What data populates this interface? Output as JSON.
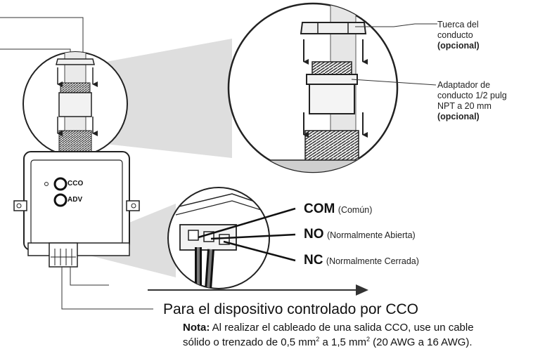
{
  "callouts": {
    "nut": {
      "line1": "Tuerca del",
      "line2": "conducto",
      "optional": "(opcional)"
    },
    "adapter": {
      "line1": "Adaptador de",
      "line2": "conducto 1/2 pulg",
      "line3": "NPT a 20 mm",
      "optional": "(opcional)"
    }
  },
  "leds": {
    "cco": "CCO",
    "adv": "ADV"
  },
  "terminals": {
    "com": {
      "label": "COM",
      "desc": "(Común)"
    },
    "no": {
      "label": "NO",
      "desc": "(Normalmente Abierta)"
    },
    "nc": {
      "label": "NC",
      "desc": "(Normalmente Cerrada)"
    }
  },
  "output": {
    "title": "Para el dispositivo controlado por CCO",
    "note_label": "Nota:",
    "note_line1": "Al realizar el cableado de una salida CCO, use un cable",
    "note_line2_a": "sólido o trenzado de 0,5 mm",
    "note_sup1": "2",
    "note_line2_b": " a 1,5 mm",
    "note_sup2": "2",
    "note_line2_c": " (20 AWG a 16 AWG)."
  }
}
